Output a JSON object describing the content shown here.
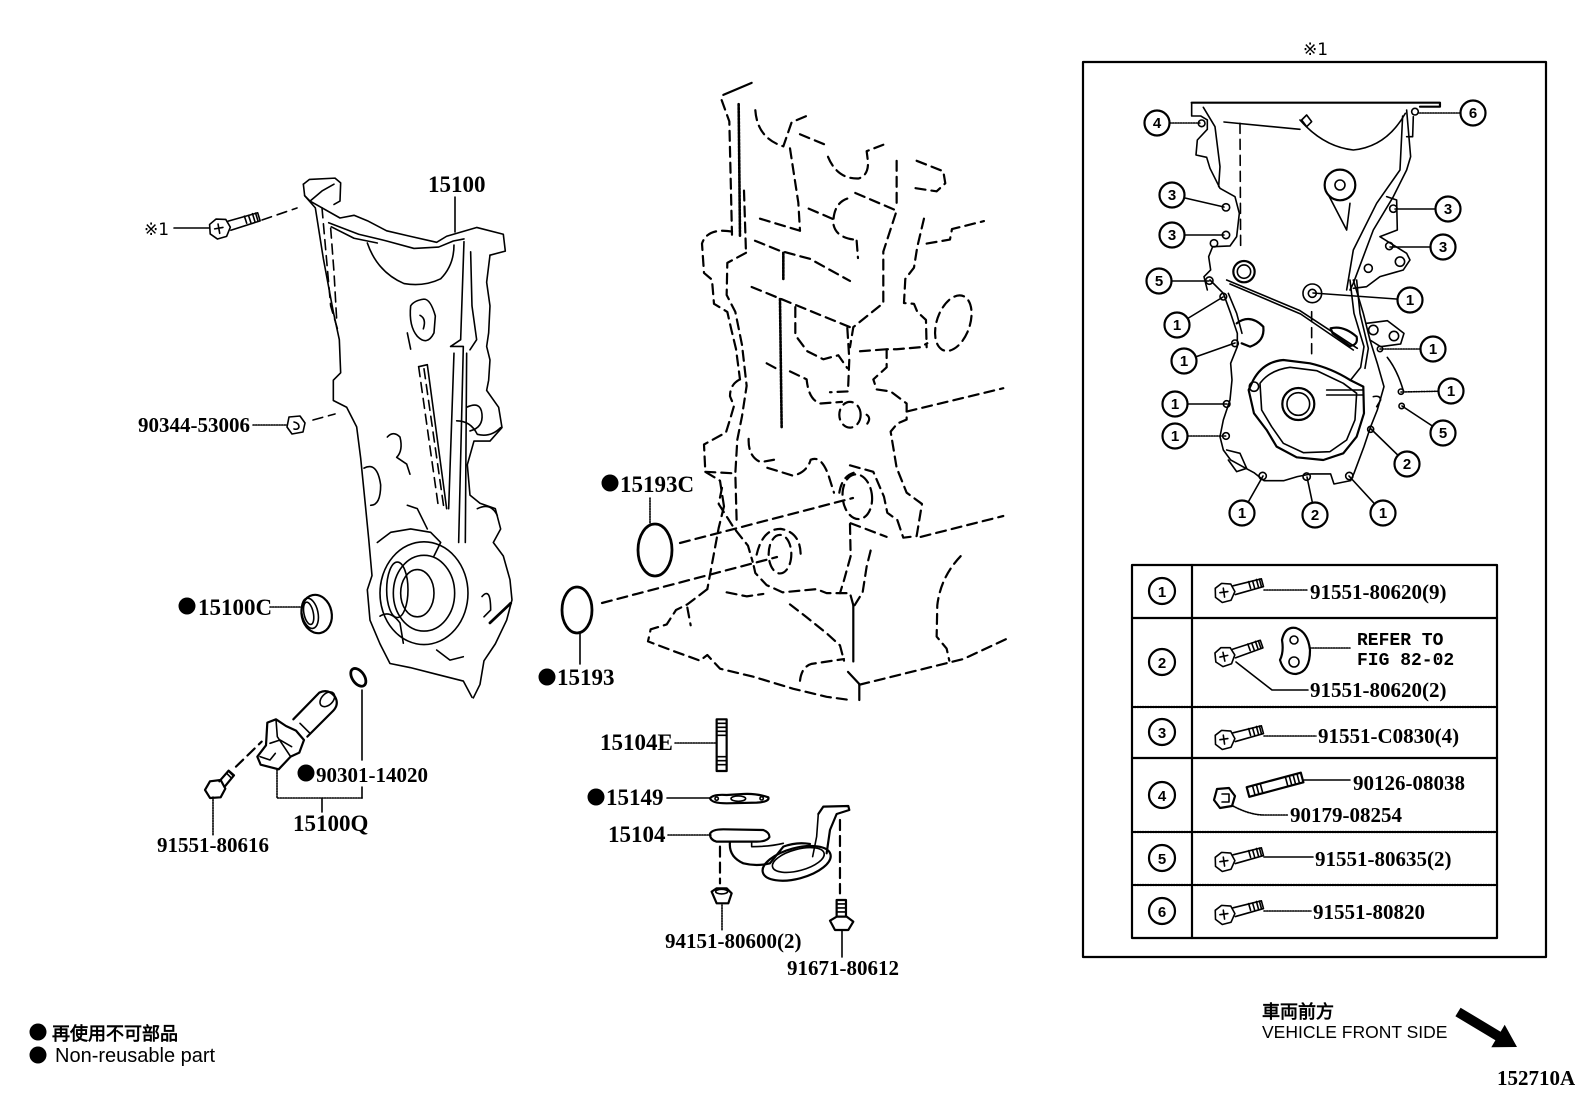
{
  "figure_code": "152710A",
  "reference_mark": "※1",
  "colors": {
    "ink": "#000000",
    "paper": "#ffffff"
  },
  "parts": [
    {
      "number": "15100",
      "non_reusable": false
    },
    {
      "number": "90344-53006",
      "non_reusable": false
    },
    {
      "number": "15100C",
      "non_reusable": true
    },
    {
      "number": "90301-14020",
      "non_reusable": true
    },
    {
      "number": "15100Q",
      "non_reusable": false
    },
    {
      "number": "91551-80616",
      "non_reusable": false
    },
    {
      "number": "15193C",
      "non_reusable": true
    },
    {
      "number": "15193",
      "non_reusable": true
    },
    {
      "number": "15104E",
      "non_reusable": false
    },
    {
      "number": "15149",
      "non_reusable": true
    },
    {
      "number": "15104",
      "non_reusable": false
    },
    {
      "number": "94151-80600(2)",
      "non_reusable": false
    },
    {
      "number": "91671-80612",
      "non_reusable": false
    }
  ],
  "inset": {
    "title": "※1",
    "callouts": [
      "4",
      "6",
      "3",
      "3",
      "3",
      "3",
      "5",
      "1",
      "1",
      "1",
      "1",
      "1",
      "1",
      "5",
      "1",
      "2",
      "1",
      "2",
      "1"
    ],
    "table": {
      "rows": [
        {
          "key": "1",
          "parts": [
            "91551-80620(9)"
          ]
        },
        {
          "key": "2",
          "parts": [
            "91551-80620(2)"
          ],
          "note": [
            "REFER TO",
            "FIG 82-02"
          ]
        },
        {
          "key": "3",
          "parts": [
            "91551-C0830(4)"
          ]
        },
        {
          "key": "4",
          "parts": [
            "90126-08038",
            "90179-08254"
          ]
        },
        {
          "key": "5",
          "parts": [
            "91551-80635(2)"
          ]
        },
        {
          "key": "6",
          "parts": [
            "91551-80820"
          ]
        }
      ]
    }
  },
  "legend": {
    "marker_icon": "filled-circle",
    "label_ja": "再使用不可部品",
    "label_en": "Non-reusable part"
  },
  "orientation": {
    "label_ja": "車両前方",
    "label_en": "VEHICLE FRONT SIDE",
    "arrow_icon": "arrow-down-right"
  }
}
